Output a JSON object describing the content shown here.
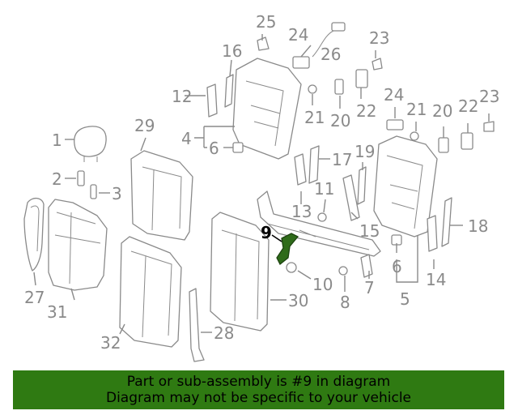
{
  "diagram": {
    "highlight_color": "#2f6b1a",
    "active_callout": "9",
    "callouts": [
      "1",
      "2",
      "3",
      "4",
      "5",
      "6",
      "6",
      "7",
      "8",
      "9",
      "10",
      "11",
      "12",
      "13",
      "14",
      "15",
      "16",
      "17",
      "18",
      "19",
      "20",
      "20",
      "21",
      "21",
      "22",
      "22",
      "23",
      "23",
      "24",
      "24",
      "25",
      "26",
      "27",
      "28",
      "29",
      "30",
      "31",
      "32"
    ]
  },
  "banner": {
    "background": "#2f7a12",
    "line1": "Part or sub-assembly is #9 in diagram",
    "line2": "Diagram may not be specific to your vehicle"
  }
}
